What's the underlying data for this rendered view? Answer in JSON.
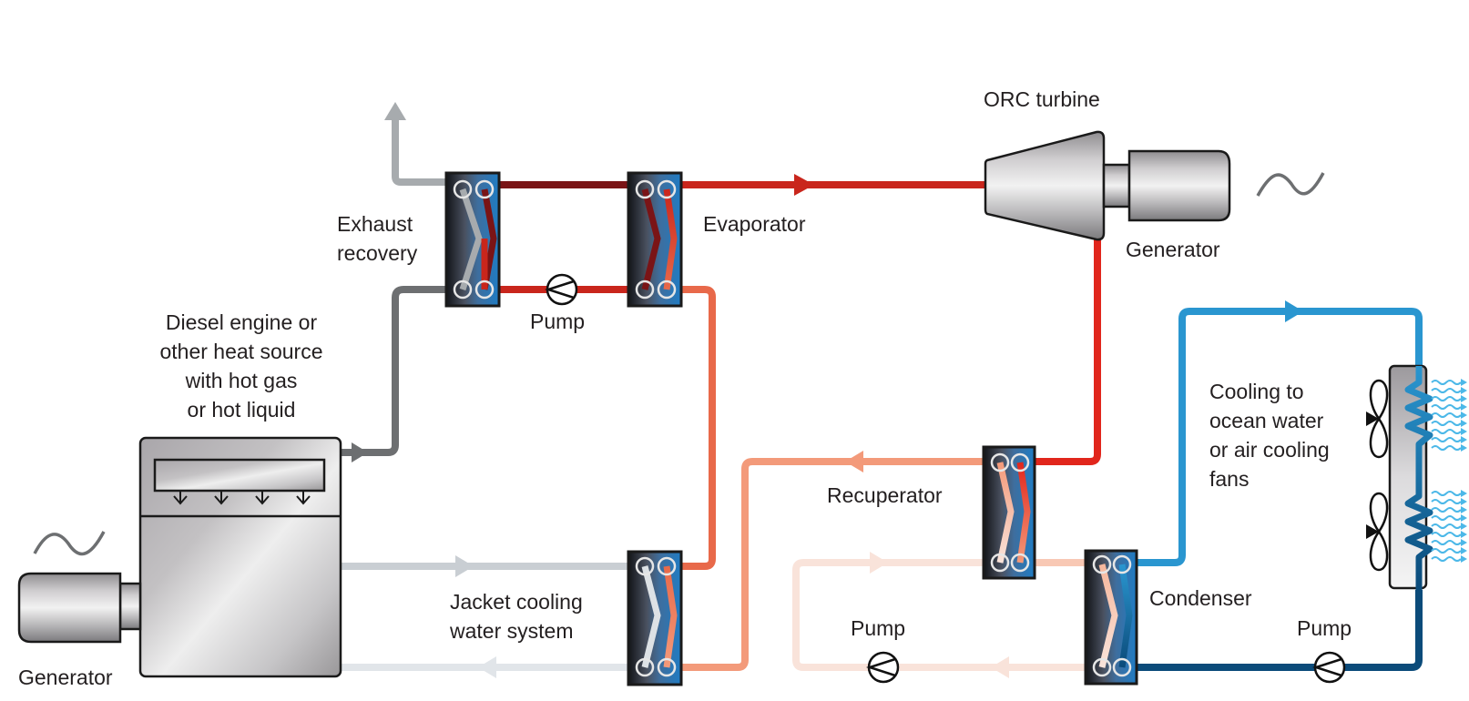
{
  "title": "ORC waste heat recovery system",
  "labels": {
    "orc_turbine": "ORC turbine",
    "generator_top": "Generator",
    "exhaust_recovery": "Exhaust\nrecovery",
    "evaporator": "Evaporator",
    "pump_top": "Pump",
    "heat_source": "Diesel engine or\nother heat source\nwith hot gas\nor hot liquid",
    "generator_left": "Generator",
    "jacket_cooling": "Jacket cooling\nwater system",
    "recuperator": "Recuperator",
    "condenser": "Condenser",
    "pump_bottom_mid": "Pump",
    "pump_bottom_right": "Pump",
    "cooling": "Cooling to\nocean water\nor air cooling\nfans"
  },
  "icons": {
    "ac_wave": "ac-sine-wave-icon",
    "pump": "pump-symbol-icon",
    "fan": "fan-icon",
    "heat_exchanger": "plate-heat-exchanger-icon"
  },
  "colors": {
    "exhaust_gray": "#a7abae",
    "exhaust_dark": "#6d6f71",
    "hot_dark_red": "#7a1416",
    "hot_red": "#c9261c",
    "orc_red": "#e1261c",
    "orange": "#e8694a",
    "salmon": "#f39a7a",
    "pale_salmon": "#f8c8b4",
    "very_pale": "#f9e3da",
    "jacket_gray": "#c9ced3",
    "jacket_light": "#e1e5e9",
    "cool_blue": "#2a96d0",
    "dark_blue": "#0b4b7a",
    "wave_blue": "#4cb8e8"
  }
}
